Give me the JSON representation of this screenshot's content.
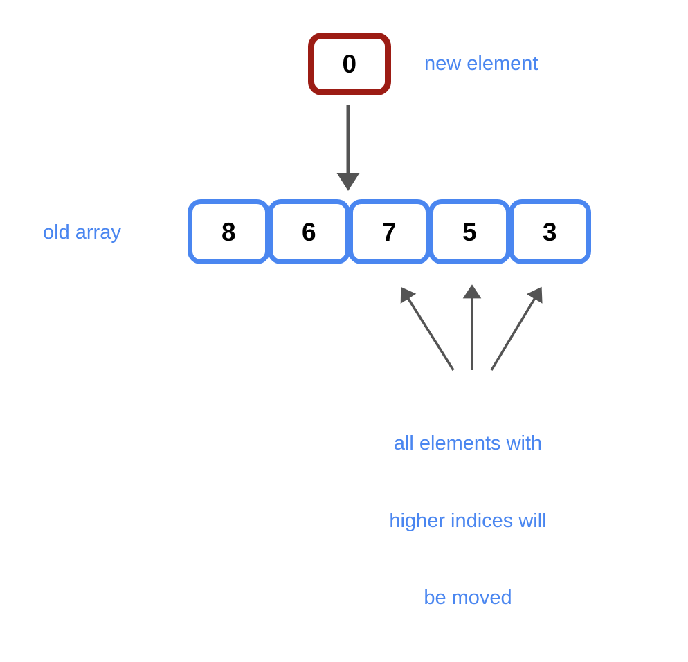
{
  "diagram": {
    "title": "array insertion diagram",
    "colors": {
      "array_border": "#4a86f0",
      "new_element_border": "#9c1c14",
      "label_text": "#4a86f0",
      "arrow": "#545454",
      "digit_text": "#000000",
      "background": "#ffffff"
    },
    "new_element": {
      "value": "0",
      "label": "new element"
    },
    "old_array": {
      "label": "old array",
      "cells": [
        {
          "value": "8",
          "index": "0"
        },
        {
          "value": "6",
          "index": "1"
        },
        {
          "value": "7",
          "index": "2"
        },
        {
          "value": "5",
          "index": "3"
        },
        {
          "value": "3",
          "index": "4"
        }
      ]
    },
    "caption": {
      "line1": "all elements with",
      "line2": "higher indices will",
      "line3": "be moved"
    },
    "arrows": {
      "insert_arrow": "down-arrow-icon",
      "shift_arrow_left": "up-left-arrow-icon",
      "shift_arrow_middle": "up-arrow-icon",
      "shift_arrow_right": "up-right-arrow-icon"
    }
  }
}
